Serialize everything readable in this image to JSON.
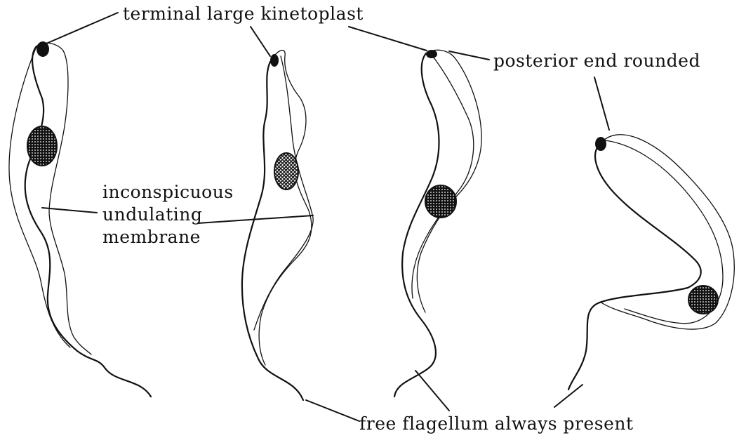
{
  "labels": {
    "kinetoplast": "terminal large kinetoplast",
    "posterior": "posterior end rounded",
    "membrane_line1": "inconspicuous",
    "membrane_line2": "undulating",
    "membrane_line3": "membrane",
    "flagellum": "free flagellum always present"
  },
  "colors": {
    "ink": "#111111",
    "paper": "#ffffff"
  }
}
